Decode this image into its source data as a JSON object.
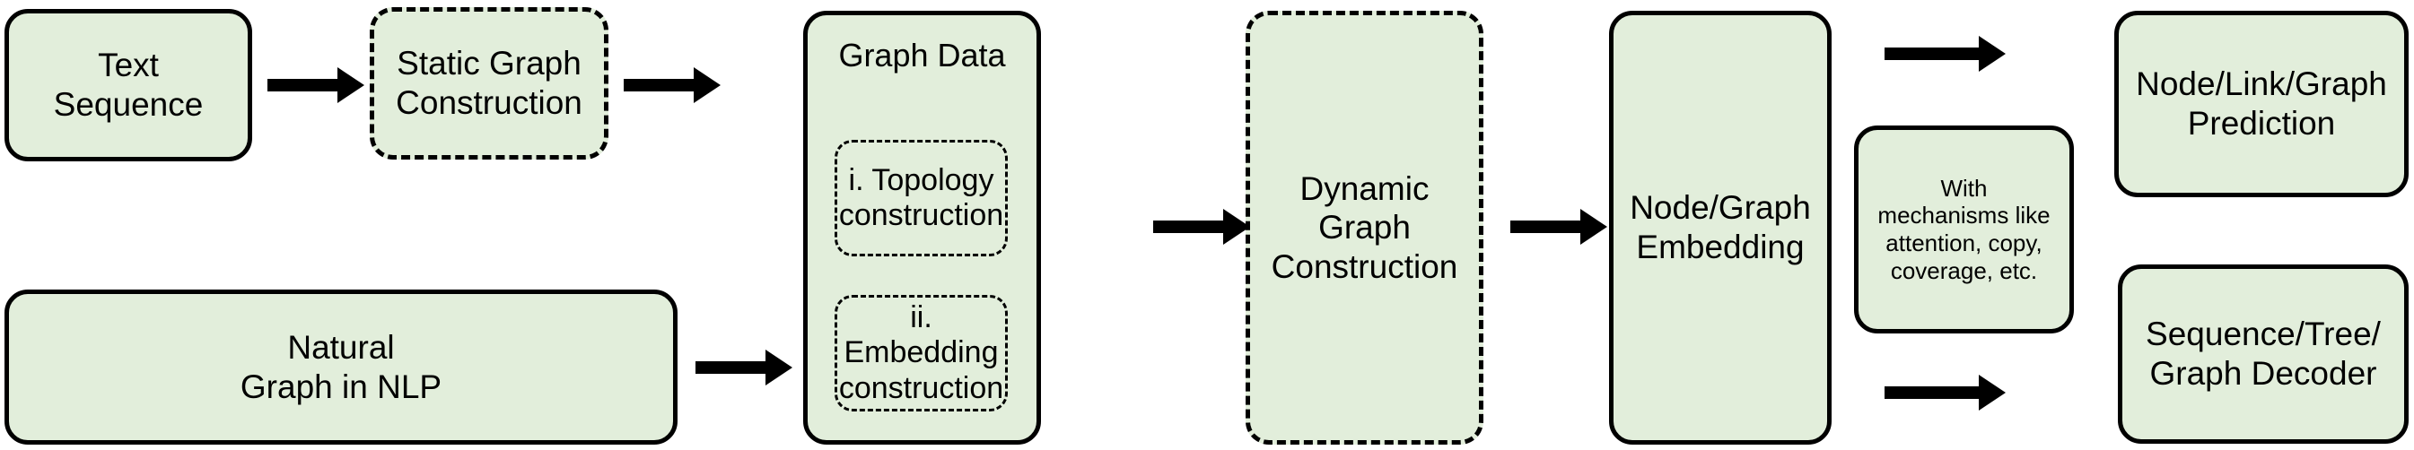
{
  "diagram": {
    "title": "Graph-based NLP pipeline overview",
    "colors": {
      "node_fill": "#e2eedb",
      "node_border": "#000000",
      "arrow": "#000000",
      "background": "#ffffff"
    },
    "nodes": {
      "text_sequence": {
        "label": "Text\nSequence",
        "border_style": "solid"
      },
      "static_graph_construction": {
        "label": "Static Graph\nConstruction",
        "border_style": "dashed"
      },
      "graph_data": {
        "label": "Graph Data",
        "border_style": "solid"
      },
      "topology_construction": {
        "label": "i. Topology\nconstruction",
        "border_style": "dashed"
      },
      "embedding_construction": {
        "label": "ii. Embedding\nconstruction",
        "border_style": "dashed"
      },
      "natural_graph": {
        "label": "Natural\nGraph in NLP",
        "border_style": "solid"
      },
      "dynamic_graph_construction": {
        "label": "Dynamic\nGraph\nConstruction",
        "border_style": "dashed"
      },
      "node_graph_embedding": {
        "label": "Node/Graph\nEmbedding",
        "border_style": "solid"
      },
      "mechanisms": {
        "label": "With\nmechanisms like\nattention, copy,\ncoverage, etc.",
        "border_style": "solid"
      },
      "prediction": {
        "label": "Node/Link/Graph\nPrediction",
        "border_style": "solid"
      },
      "decoder": {
        "label": "Sequence/Tree/\nGraph Decoder",
        "border_style": "solid"
      }
    },
    "arrows": [
      {
        "name": "text-to-static",
        "from": "text_sequence",
        "to": "static_graph_construction"
      },
      {
        "name": "static-to-graphdata",
        "from": "static_graph_construction",
        "to": "graph_data"
      },
      {
        "name": "natural-to-graphdata",
        "from": "natural_graph",
        "to": "graph_data"
      },
      {
        "name": "graphdata-to-dynamic",
        "from": "graph_data",
        "to": "dynamic_graph_construction"
      },
      {
        "name": "dynamic-to-embedding",
        "from": "dynamic_graph_construction",
        "to": "node_graph_embedding"
      },
      {
        "name": "embedding-to-prediction",
        "from": "node_graph_embedding",
        "to": "prediction"
      },
      {
        "name": "embedding-to-decoder",
        "from": "node_graph_embedding",
        "to": "decoder"
      }
    ]
  }
}
